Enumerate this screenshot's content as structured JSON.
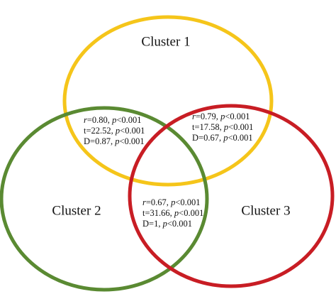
{
  "colors": {
    "cluster_1": "#f5c51a",
    "cluster_2": "#5a8a32",
    "cluster_3": "#c81d24",
    "text": "#111111"
  },
  "clusters": [
    {
      "id": "cluster_1",
      "label": "Cluster 1"
    },
    {
      "id": "cluster_2",
      "label": "Cluster 2"
    },
    {
      "id": "cluster_3",
      "label": "Cluster 3"
    }
  ],
  "overlaps": {
    "cluster_1_2": {
      "r_prefix": "r",
      "r_value": "=0.80, ",
      "r_p": "p",
      "r_p_value": "<0.001",
      "t_prefix": "t=22.52, ",
      "t_p": "p",
      "t_p_value": "<0.001",
      "d_prefix": "D=0.87, ",
      "d_p": "p",
      "d_p_value": "<0.001"
    },
    "cluster_1_3": {
      "r_prefix": "r",
      "r_value": "=0.79, ",
      "r_p": "p",
      "r_p_value": "<0.001",
      "t_prefix": "t=17.58, ",
      "t_p": "p",
      "t_p_value": "<0.001",
      "d_prefix": "D=0.67, ",
      "d_p": "p",
      "d_p_value": "<0.001"
    },
    "cluster_2_3": {
      "r_prefix": "r",
      "r_value": "=0.67, ",
      "r_p": "p",
      "r_p_value": "<0.001",
      "t_prefix": "t=31.66, ",
      "t_p": "p",
      "t_p_value": "<0.001",
      "d_prefix": "D=1, ",
      "d_p": "p",
      "d_p_value": "<0.001"
    }
  }
}
